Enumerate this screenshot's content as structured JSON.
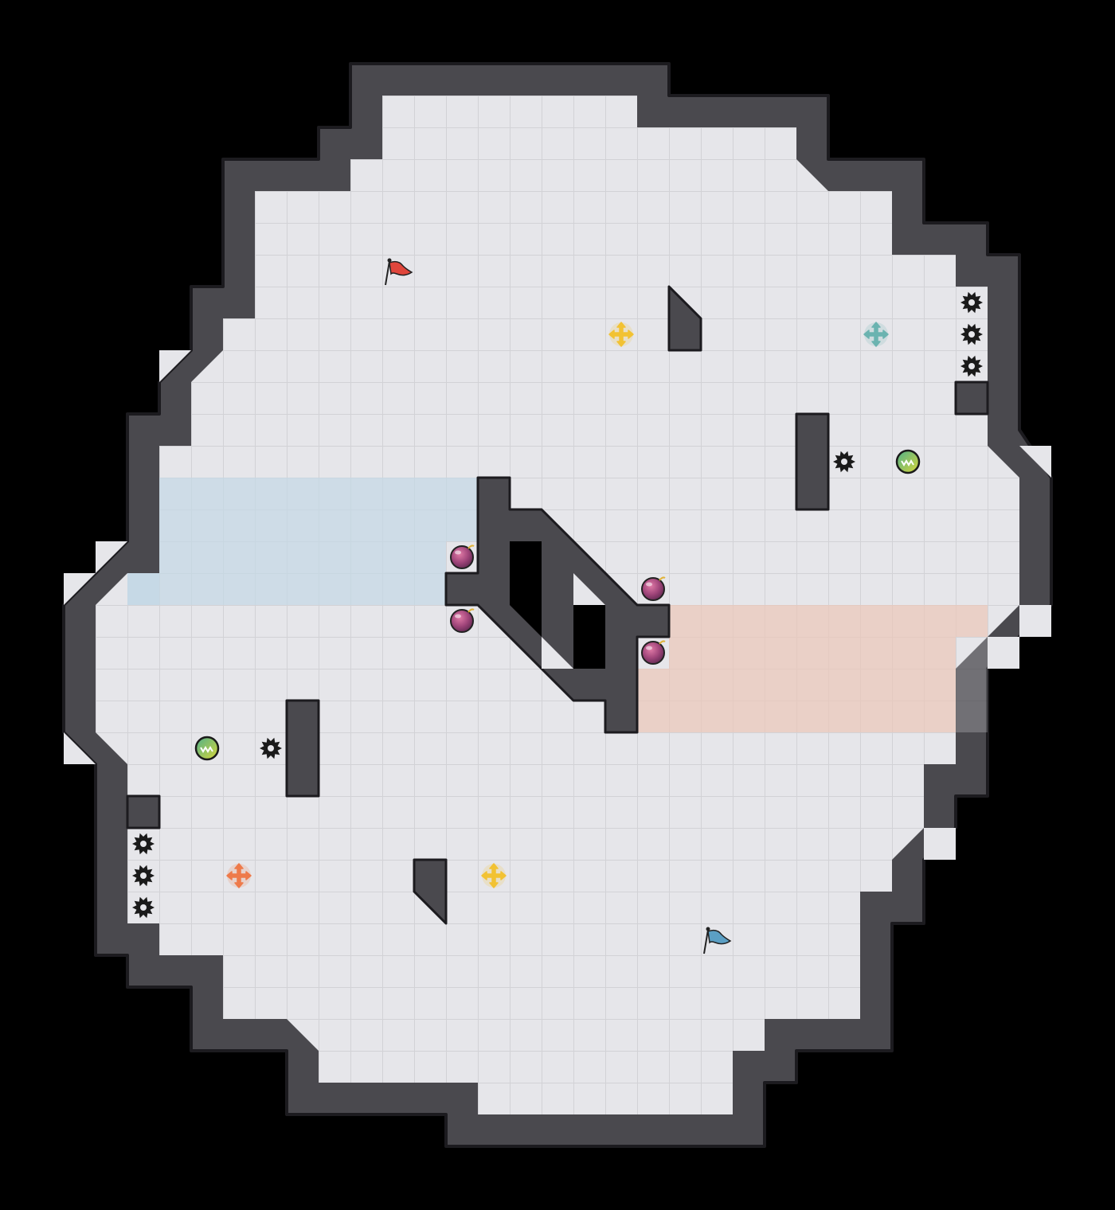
{
  "colors": {
    "background": "#000000",
    "floor": "#e6e6ea",
    "grid_line": "#d2d2d6",
    "wall": "#4a494e",
    "wall_outline": "#1c1b1f",
    "blue_zone": "#c4d8e6",
    "red_zone": "#ebc6b8",
    "void": "#000000"
  },
  "teams": [
    {
      "team": "red",
      "color": "#e0463c",
      "zone": "blue_zone"
    },
    {
      "team": "blue",
      "color": "#5b9fc4",
      "zone": "red_zone"
    }
  ],
  "entities": {
    "flags": [
      {
        "team": "red",
        "color": "#e0463c",
        "icon": "flag-icon"
      },
      {
        "team": "blue",
        "color": "#5b9fc4",
        "icon": "flag-icon"
      }
    ],
    "boosts": [
      {
        "kind": "neutral",
        "color": "#f2c233",
        "icon": "move-arrows-icon"
      },
      {
        "kind": "neutral",
        "color": "#f2c233",
        "icon": "move-arrows-icon"
      },
      {
        "kind": "blue",
        "color": "#6bb3b0",
        "icon": "move-arrows-icon"
      },
      {
        "kind": "red",
        "color": "#ee7a4a",
        "icon": "move-arrows-icon"
      }
    ],
    "bombs": [
      {
        "icon": "bomb-icon",
        "color": "#b8487a"
      },
      {
        "icon": "bomb-icon",
        "color": "#b8487a"
      },
      {
        "icon": "bomb-icon",
        "color": "#b8487a"
      },
      {
        "icon": "bomb-icon",
        "color": "#b8487a"
      }
    ],
    "spikes": [
      {
        "icon": "spike-icon"
      },
      {
        "icon": "spike-icon"
      },
      {
        "icon": "spike-icon"
      },
      {
        "icon": "spike-icon"
      },
      {
        "icon": "spike-icon"
      },
      {
        "icon": "spike-icon"
      },
      {
        "icon": "spike-icon"
      },
      {
        "icon": "spike-icon"
      }
    ],
    "powerups": [
      {
        "icon": "powerup-icon",
        "color": "#7fc45a"
      },
      {
        "icon": "powerup-icon",
        "color": "#7fc45a"
      }
    ]
  }
}
